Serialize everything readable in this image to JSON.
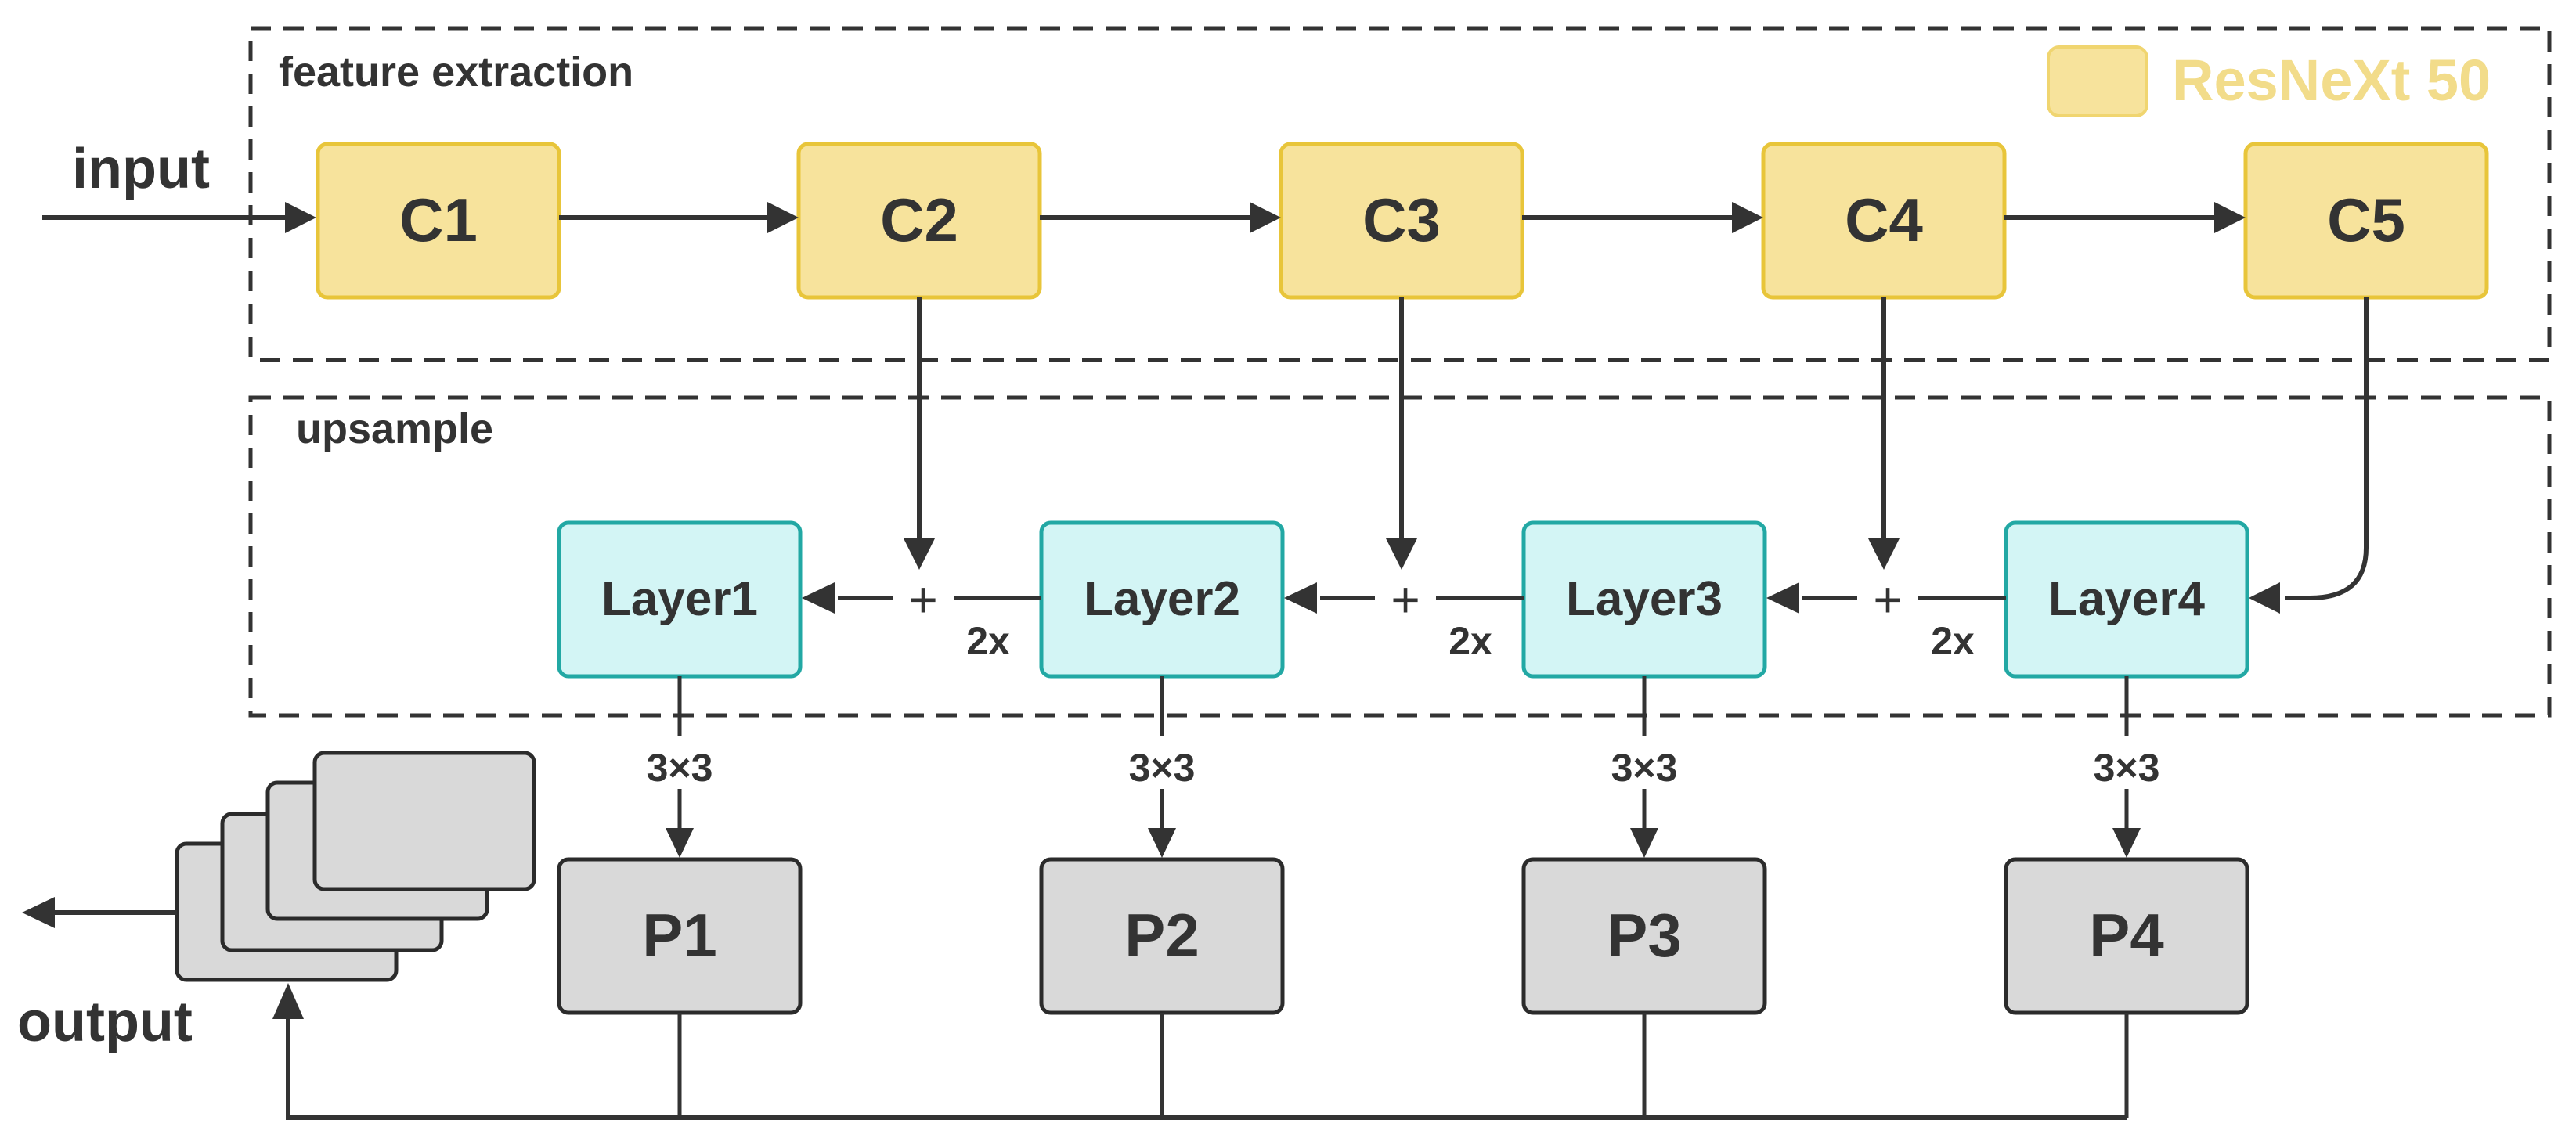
{
  "labels": {
    "input": "input",
    "output": "output",
    "feature_extraction": "feature extraction",
    "upsample": "upsample",
    "legend": "ResNeXt 50"
  },
  "backbone": [
    "C1",
    "C2",
    "C3",
    "C4",
    "C5"
  ],
  "layers": [
    "Layer1",
    "Layer2",
    "Layer3",
    "Layer4"
  ],
  "outputs": [
    "P1",
    "P2",
    "P3",
    "P4"
  ],
  "conv_label": "3×3",
  "upsample_label": "2x",
  "plus_symbol": "+",
  "colors": {
    "backbone_fill": "#f7e39c",
    "backbone_stroke": "#e8c53a",
    "layer_fill": "#d3f5f5",
    "layer_stroke": "#22a8a4",
    "output_fill": "#d9d9d9",
    "output_stroke": "#2b2b2b",
    "line": "#333333",
    "legend_text": "#f2dc8a"
  }
}
